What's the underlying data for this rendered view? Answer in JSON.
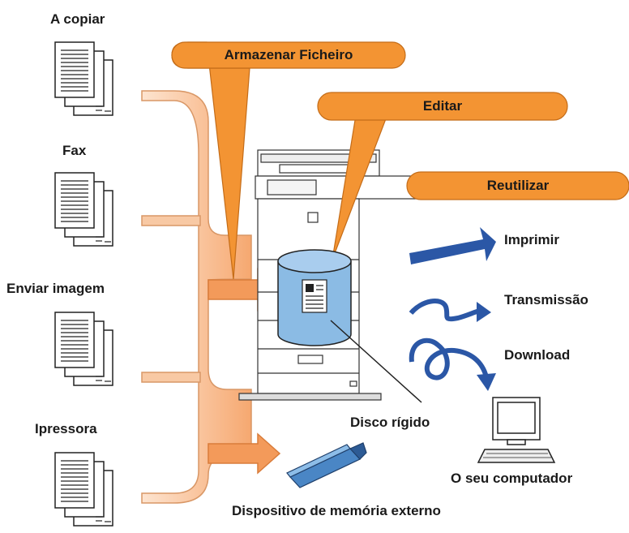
{
  "sources": [
    {
      "label": "A copiar"
    },
    {
      "label": "Fax"
    },
    {
      "label": "Enviar imagem"
    },
    {
      "label": "Ipressora"
    }
  ],
  "callouts": {
    "store": "Armazenar Ficheiro",
    "edit": "Editar",
    "reuse": "Reutilizar"
  },
  "outputs": {
    "print": "Imprimir",
    "transmit": "Transmissão",
    "download": "Download"
  },
  "devices": {
    "hard_disk": "Disco rígido",
    "computer": "O seu computador",
    "external_memory": "Dispositivo de memória externo"
  },
  "colors": {
    "callout_orange": "#f39433",
    "flow_peach": "#f9c39a",
    "arrow_blue": "#2b57a6",
    "disk_blue": "#8bbbe4",
    "usb_blue": "#5a9bd5"
  }
}
